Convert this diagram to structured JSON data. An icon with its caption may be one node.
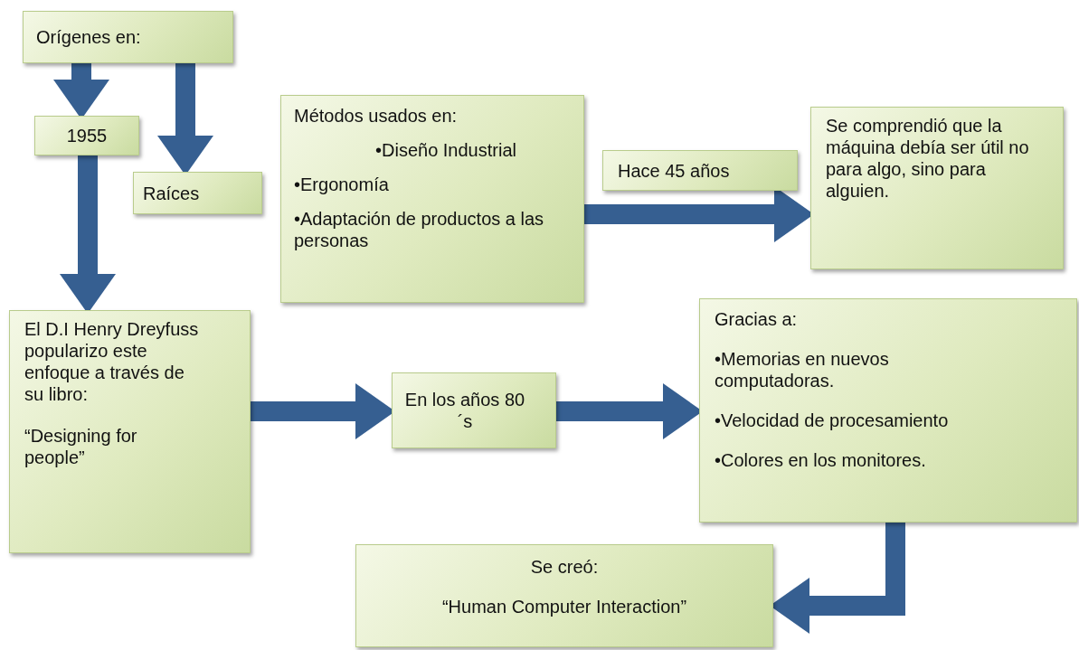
{
  "diagram": {
    "nodes": [
      {
        "text": [
          "Orígenes en:"
        ]
      },
      {
        "text": [
          "1955"
        ]
      },
      {
        "text": [
          "Raíces"
        ]
      },
      {
        "text": [
          "Métodos usados en:",
          "•Diseño Industrial",
          "•Ergonomía",
          "•Adaptación de productos a las personas"
        ]
      },
      {
        "text": [
          "Hace 45 años"
        ]
      },
      {
        "text": [
          "Se comprendió que la máquina debía ser útil no para algo, sino para alguien."
        ]
      },
      {
        "text": [
          "El D.I Henry Dreyfuss popularizo este enfoque a través de su libro:",
          "“Designing for people”"
        ]
      },
      {
        "text": [
          "En los años 80´s"
        ]
      },
      {
        "text": [
          "Gracias a:",
          "•Memorias en nuevos computadoras.",
          "•Velocidad de procesamiento",
          "•Colores en los monitores."
        ]
      },
      {
        "text": [
          "Se creó:",
          "“Human Computer Interaction”"
        ]
      }
    ],
    "edges": [
      {
        "from": 0,
        "to": 1,
        "arrow": "to"
      },
      {
        "from": 0,
        "to": 2,
        "arrow": "to"
      },
      {
        "from": 1,
        "to": 6,
        "arrow": "to"
      },
      {
        "from": 3,
        "to": 5,
        "arrow": "to"
      },
      {
        "from": 6,
        "to": 7,
        "arrow": "to"
      },
      {
        "from": 7,
        "to": 8,
        "arrow": "to"
      },
      {
        "from": 8,
        "to": 9,
        "arrow": "to"
      }
    ]
  }
}
